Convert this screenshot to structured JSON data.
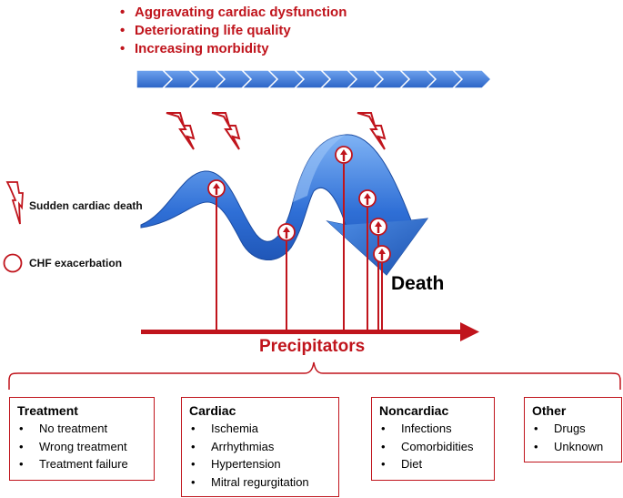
{
  "effects": [
    "Aggravating cardiac dysfunction",
    "Deteriorating life quality",
    "Increasing morbidity"
  ],
  "legend": {
    "sudden_death": {
      "label": "Sudden cardiac death",
      "icon": "lightning-icon"
    },
    "chf": {
      "label": "CHF exacerbation",
      "icon": "circle-icon"
    }
  },
  "death_label": "Death",
  "axis_label": "Precipitators",
  "colors": {
    "accent": "#c0141c",
    "arrow_blue": "#2f6fd6",
    "chevron_blue": "#3b78d8"
  },
  "categories": [
    {
      "title": "Treatment",
      "items": [
        "No treatment",
        "Wrong treatment",
        "Treatment failure"
      ]
    },
    {
      "title": "Cardiac",
      "items": [
        "Ischemia",
        "Arrhythmias",
        "Hypertension",
        "Mitral regurgitation"
      ]
    },
    {
      "title": "Noncardiac",
      "items": [
        "Infections",
        "Comorbidities",
        "Diet"
      ]
    },
    {
      "title": "Other",
      "items": [
        "Drugs",
        "Unknown"
      ]
    }
  ]
}
